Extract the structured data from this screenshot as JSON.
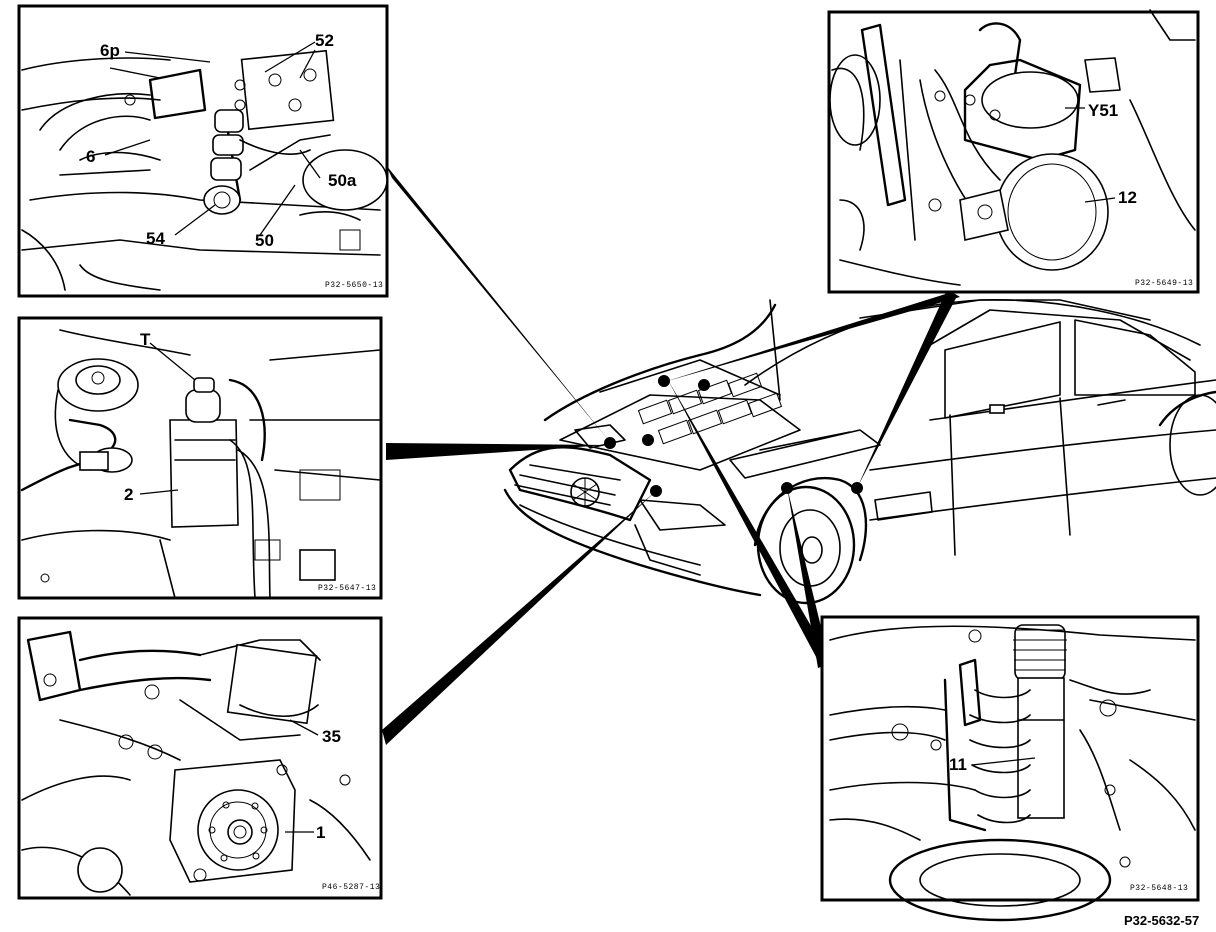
{
  "figure_ref": "P32-5632-57",
  "panels": {
    "top_left": {
      "ref": "P32-5650-13",
      "labels": {
        "l6p": "6p",
        "l52": "52",
        "l6": "6",
        "l50a": "50a",
        "l54": "54",
        "l50": "50"
      }
    },
    "middle_left": {
      "ref": "P32-5647-13",
      "labels": {
        "lT": "T",
        "l2": "2"
      }
    },
    "bottom_left": {
      "ref": "P46-5287-13",
      "labels": {
        "l35": "35",
        "l1": "1"
      }
    },
    "top_right": {
      "ref": "P32-5649-13",
      "labels": {
        "lY51": "Y51",
        "l12": "12"
      }
    },
    "bottom_right": {
      "ref": "P32-5648-13",
      "labels": {
        "l11": "11"
      }
    }
  }
}
